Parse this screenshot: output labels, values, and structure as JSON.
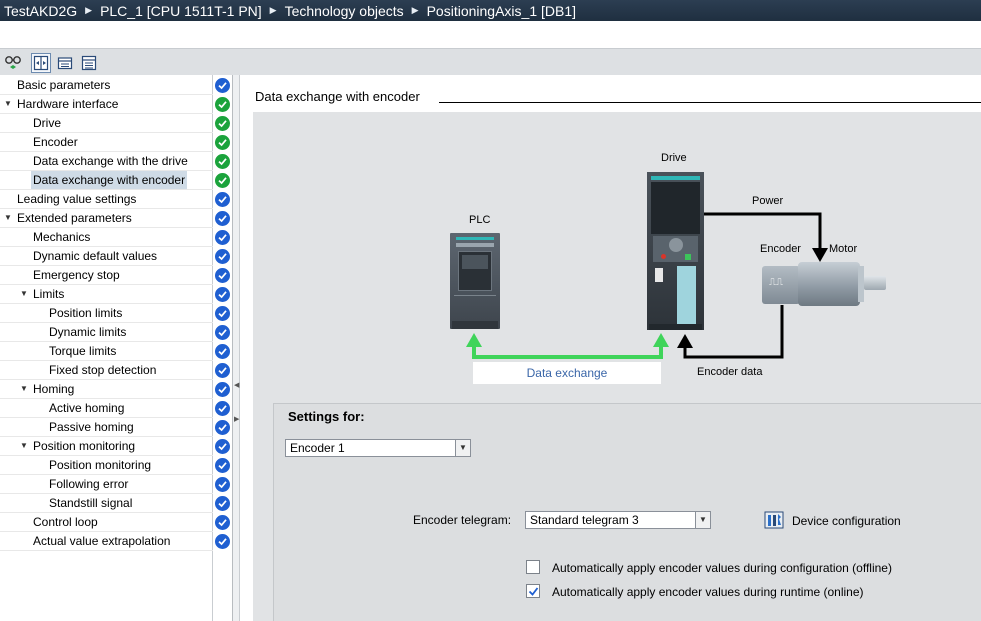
{
  "breadcrumb": [
    "TestAKD2G",
    "PLC_1 [CPU 1511T-1 PN]",
    "Technology objects",
    "PositioningAxis_1 [DB1]"
  ],
  "nav": {
    "items": [
      {
        "label": "Basic parameters",
        "level": 0,
        "expander": false,
        "status": "blue"
      },
      {
        "label": "Hardware interface",
        "level": 0,
        "expander": true,
        "status": "green"
      },
      {
        "label": "Drive",
        "level": 1,
        "expander": false,
        "status": "green"
      },
      {
        "label": "Encoder",
        "level": 1,
        "expander": false,
        "status": "green"
      },
      {
        "label": "Data exchange with the drive",
        "level": 1,
        "expander": false,
        "status": "green"
      },
      {
        "label": "Data exchange with encoder",
        "level": 1,
        "expander": false,
        "status": "green",
        "selected": true
      },
      {
        "label": "Leading value settings",
        "level": 0,
        "expander": false,
        "status": "blue"
      },
      {
        "label": "Extended parameters",
        "level": 0,
        "expander": true,
        "status": "blue"
      },
      {
        "label": "Mechanics",
        "level": 1,
        "expander": false,
        "status": "blue"
      },
      {
        "label": "Dynamic default values",
        "level": 1,
        "expander": false,
        "status": "blue"
      },
      {
        "label": "Emergency stop",
        "level": 1,
        "expander": false,
        "status": "blue"
      },
      {
        "label": "Limits",
        "level": 1,
        "expander": true,
        "status": "blue"
      },
      {
        "label": "Position limits",
        "level": 2,
        "expander": false,
        "status": "blue"
      },
      {
        "label": "Dynamic limits",
        "level": 2,
        "expander": false,
        "status": "blue"
      },
      {
        "label": "Torque limits",
        "level": 2,
        "expander": false,
        "status": "blue"
      },
      {
        "label": "Fixed stop detection",
        "level": 2,
        "expander": false,
        "status": "blue"
      },
      {
        "label": "Homing",
        "level": 1,
        "expander": true,
        "status": "blue"
      },
      {
        "label": "Active homing",
        "level": 2,
        "expander": false,
        "status": "blue"
      },
      {
        "label": "Passive homing",
        "level": 2,
        "expander": false,
        "status": "blue"
      },
      {
        "label": "Position monitoring",
        "level": 1,
        "expander": true,
        "status": "blue"
      },
      {
        "label": "Position monitoring",
        "level": 2,
        "expander": false,
        "status": "blue"
      },
      {
        "label": "Following error",
        "level": 2,
        "expander": false,
        "status": "blue"
      },
      {
        "label": "Standstill signal",
        "level": 2,
        "expander": false,
        "status": "blue"
      },
      {
        "label": "Control loop",
        "level": 1,
        "expander": false,
        "status": "blue"
      },
      {
        "label": "Actual value extrapolation",
        "level": 1,
        "expander": false,
        "status": "blue"
      }
    ]
  },
  "main": {
    "section_title": "Data exchange with encoder",
    "diagram": {
      "plc_label": "PLC",
      "drive_label": "Drive",
      "power_label": "Power",
      "encoder_label": "Encoder",
      "motor_label": "Motor",
      "data_exchange_label": "Data exchange",
      "encoder_data_label": "Encoder data"
    },
    "settings": {
      "title": "Settings for:",
      "encoder_select": "Encoder 1",
      "telegram_label": "Encoder telegram:",
      "telegram_value": "Standard telegram 3",
      "device_config_label": "Device configuration",
      "checkbox_offline_label": "Automatically apply encoder values during configuration (offline)",
      "checkbox_offline_checked": false,
      "checkbox_online_label": "Automatically apply encoder values during runtime (online)",
      "checkbox_online_checked": true
    }
  },
  "colors": {
    "header_bg": "#2c3e52",
    "status_blue": "#1f5fd1",
    "status_green": "#1ba33c",
    "data_exchange_green": "#3fd45a",
    "selected_bg": "#cfdbe6",
    "link_text": "#3a66a8"
  },
  "icons": {
    "toolbar": [
      "glasses-icon",
      "split-view-icon",
      "folder-open-icon",
      "list-view-icon"
    ],
    "status_ok": "check-circle-icon",
    "device_config": "device-configuration-icon"
  }
}
